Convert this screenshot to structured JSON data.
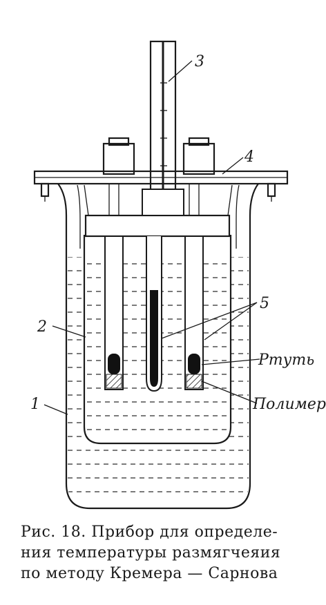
{
  "labels": {
    "l1": "1",
    "l2": "2",
    "l3": "3",
    "l4": "4",
    "l5": "5",
    "mercury": "Ртуть",
    "polymer": "Полимер"
  },
  "caption": {
    "line1": "Рис. 18. Прибор для определе-",
    "line2": "ния температуры размягчеяия",
    "line3": "по методу Кремера — Сарнова"
  }
}
